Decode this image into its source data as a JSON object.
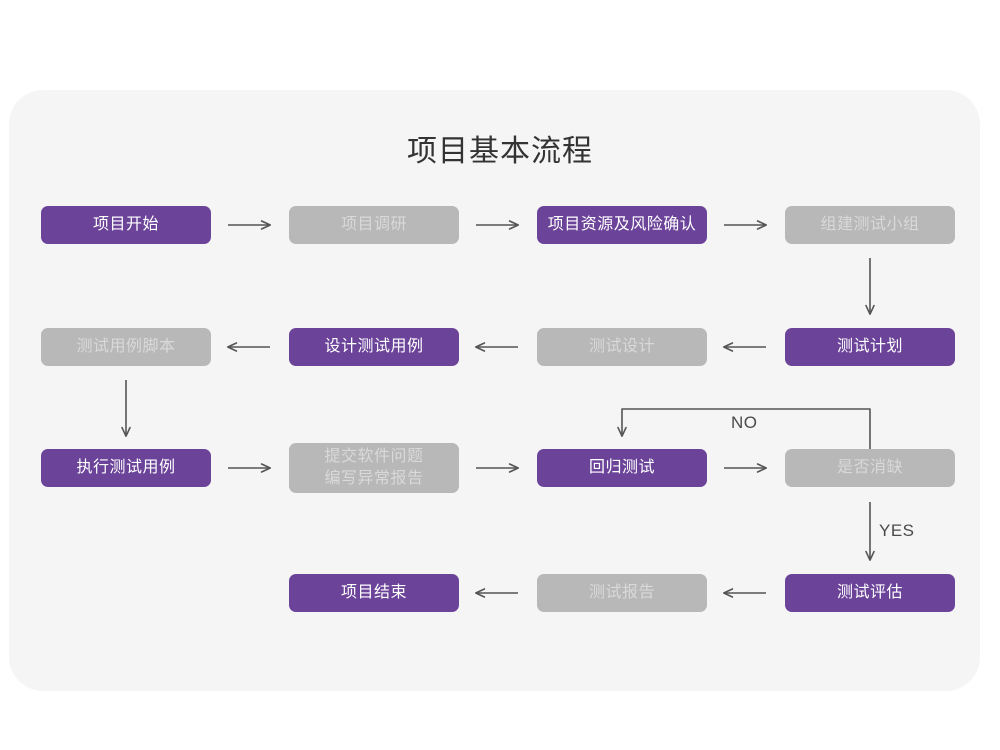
{
  "page": {
    "title": "项目基本流程",
    "background_color": "#ffffff",
    "panel_color": "#f5f5f5",
    "accent_purple": "#6b4399",
    "muted_gray": "#b8b8b8",
    "gray_text": "#d9d9d9",
    "arrow_color": "#555555"
  },
  "chart_data": {
    "type": "diagram",
    "title": "项目基本流程",
    "nodes": [
      {
        "id": "n1",
        "label": "项目开始",
        "style": "purple",
        "row": 1,
        "col": 1
      },
      {
        "id": "n2",
        "label": "项目调研",
        "style": "gray",
        "row": 1,
        "col": 2
      },
      {
        "id": "n3",
        "label": "项目资源及风险确认",
        "style": "purple",
        "row": 1,
        "col": 3
      },
      {
        "id": "n4",
        "label": "组建测试小组",
        "style": "gray",
        "row": 1,
        "col": 4
      },
      {
        "id": "n5",
        "label": "测试用例脚本",
        "style": "gray",
        "row": 2,
        "col": 1
      },
      {
        "id": "n6",
        "label": "设计测试用例",
        "style": "purple",
        "row": 2,
        "col": 2
      },
      {
        "id": "n7",
        "label": "测试设计",
        "style": "gray",
        "row": 2,
        "col": 3
      },
      {
        "id": "n8",
        "label": "测试计划",
        "style": "purple",
        "row": 2,
        "col": 4
      },
      {
        "id": "n9",
        "label": "执行测试用例",
        "style": "purple",
        "row": 3,
        "col": 1
      },
      {
        "id": "n10",
        "label": "提交软件问题\n编写异常报告",
        "style": "gray",
        "row": 3,
        "col": 2
      },
      {
        "id": "n11",
        "label": "回归测试",
        "style": "purple",
        "row": 3,
        "col": 3
      },
      {
        "id": "n12",
        "label": "是否消缺",
        "style": "gray",
        "row": 3,
        "col": 4
      },
      {
        "id": "n13",
        "label": "项目结束",
        "style": "purple",
        "row": 4,
        "col": 2
      },
      {
        "id": "n14",
        "label": "测试报告",
        "style": "gray",
        "row": 4,
        "col": 3
      },
      {
        "id": "n15",
        "label": "测试评估",
        "style": "purple",
        "row": 4,
        "col": 4
      }
    ],
    "edges": [
      {
        "from": "n1",
        "to": "n2",
        "label": "",
        "direction": "right"
      },
      {
        "from": "n2",
        "to": "n3",
        "label": "",
        "direction": "right"
      },
      {
        "from": "n3",
        "to": "n4",
        "label": "",
        "direction": "right"
      },
      {
        "from": "n4",
        "to": "n8",
        "label": "",
        "direction": "down"
      },
      {
        "from": "n8",
        "to": "n7",
        "label": "",
        "direction": "left"
      },
      {
        "from": "n7",
        "to": "n6",
        "label": "",
        "direction": "left"
      },
      {
        "from": "n6",
        "to": "n5",
        "label": "",
        "direction": "left"
      },
      {
        "from": "n5",
        "to": "n9",
        "label": "",
        "direction": "down"
      },
      {
        "from": "n9",
        "to": "n10",
        "label": "",
        "direction": "right"
      },
      {
        "from": "n10",
        "to": "n11",
        "label": "",
        "direction": "right"
      },
      {
        "from": "n11",
        "to": "n12",
        "label": "",
        "direction": "right"
      },
      {
        "from": "n12",
        "to": "n11",
        "label": "NO",
        "direction": "loop-up-left"
      },
      {
        "from": "n12",
        "to": "n15",
        "label": "YES",
        "direction": "down"
      },
      {
        "from": "n15",
        "to": "n14",
        "label": "",
        "direction": "left"
      },
      {
        "from": "n14",
        "to": "n13",
        "label": "",
        "direction": "left"
      }
    ],
    "edge_labels": [
      "NO",
      "YES"
    ]
  }
}
